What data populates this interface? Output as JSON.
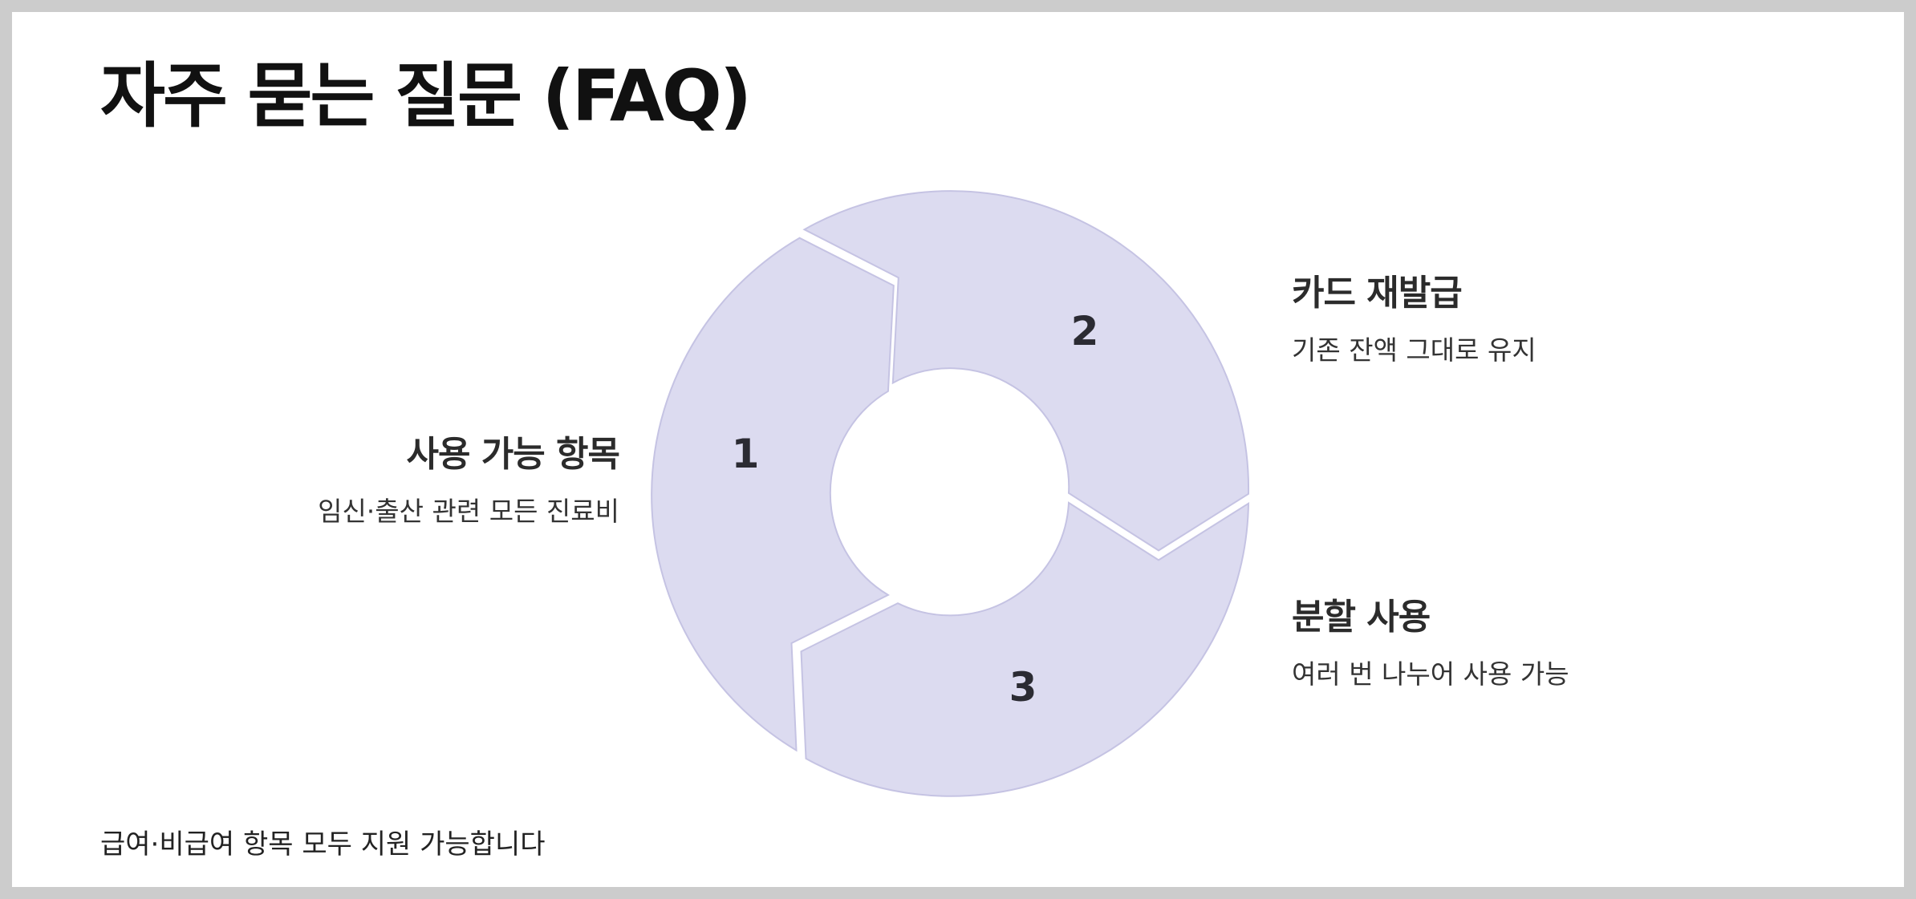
{
  "title": "자주 묻는 질문 (FAQ)",
  "colors": {
    "segment_fill": "#dcdbf0",
    "segment_stroke": "#c5c3e3",
    "text_dark": "#2b2b2b"
  },
  "cycle": {
    "segments": [
      {
        "number": "1",
        "heading": "사용 가능 항목",
        "description": "임신·출산 관련 모든 진료비"
      },
      {
        "number": "2",
        "heading": "카드 재발급",
        "description": "기존 잔액 그대로 유지"
      },
      {
        "number": "3",
        "heading": "분할 사용",
        "description": "여러 번 나누어 사용 가능"
      }
    ]
  },
  "footnote": "급여·비급여 항목 모두 지원 가능합니다"
}
